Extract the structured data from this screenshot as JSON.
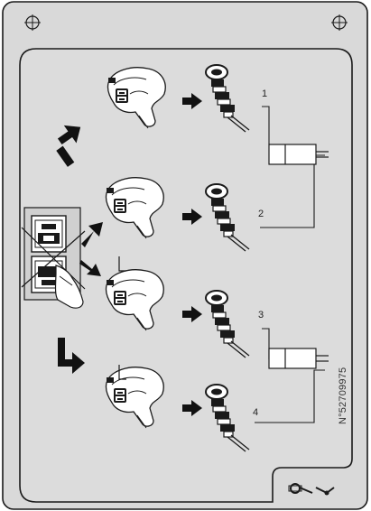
{
  "diagram": {
    "document_number": "N°52709975",
    "colors": {
      "background_panel": "#d9d9d9",
      "line": "#1a1a1a",
      "arrow": "#111111",
      "accent": "#2a2a2a"
    },
    "control_positions": [
      {
        "arrow_icon": "arrow-up-right-icon",
        "connector_label": "1"
      },
      {
        "arrow_icon": "arrow-diagonal-up-right-icon",
        "connector_label": "2"
      },
      {
        "arrow_icon": "arrow-diagonal-down-right-icon",
        "connector_label": "3"
      },
      {
        "arrow_icon": "arrow-down-right-icon",
        "connector_label": "4"
      }
    ],
    "icons": [
      "mounting-hole-icon",
      "joystick-icon",
      "hydraulic-coupler-icon",
      "hydraulic-cylinder-icon",
      "hand-icon",
      "tool-icon"
    ]
  }
}
